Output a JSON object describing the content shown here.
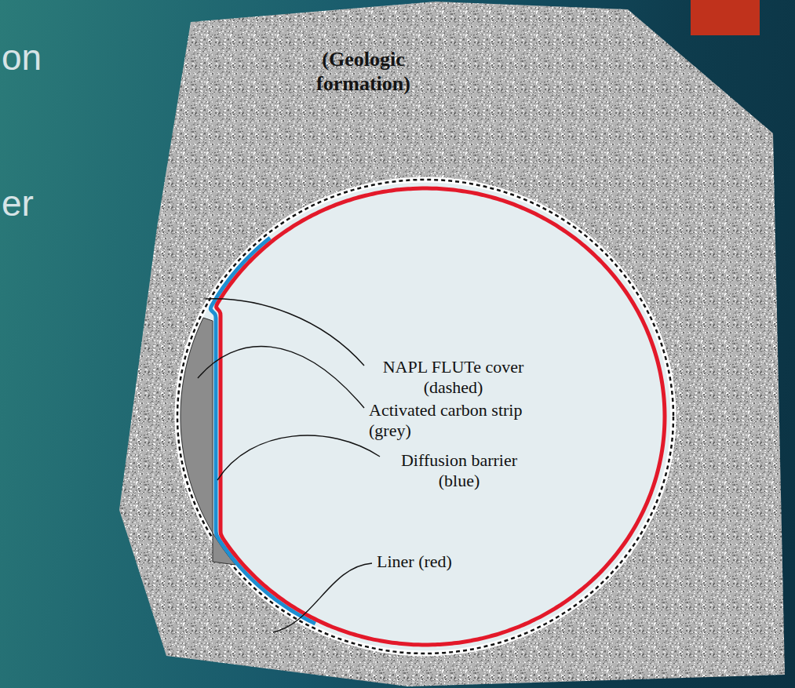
{
  "diagram": {
    "nodes": [
      {
        "text": [
          "(Geologic formation)"
        ]
      }
    ],
    "labels": [
      "on",
      "er",
      "NAPL FLUTe cover (dashed)",
      "Activated carbon strip (grey)",
      "Diffusion barrier (blue)",
      "Liner (red)"
    ]
  }
}
